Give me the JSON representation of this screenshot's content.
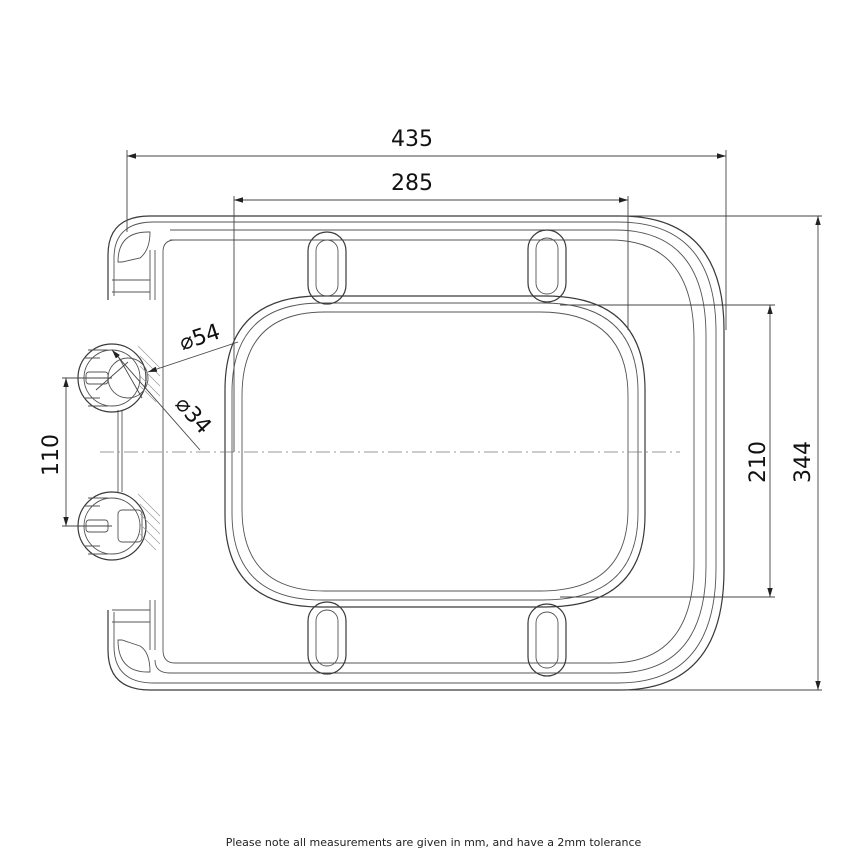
{
  "drawing": {
    "dimensions": {
      "overall_width": "435",
      "hinge_spacing": "285",
      "opening_height": "210",
      "overall_depth": "344",
      "fixing_centres": "110",
      "outer_diameter": "⌀54",
      "inner_diameter": "⌀34"
    },
    "note": "Please note all measurements are given in mm, and have a 2mm tolerance"
  }
}
